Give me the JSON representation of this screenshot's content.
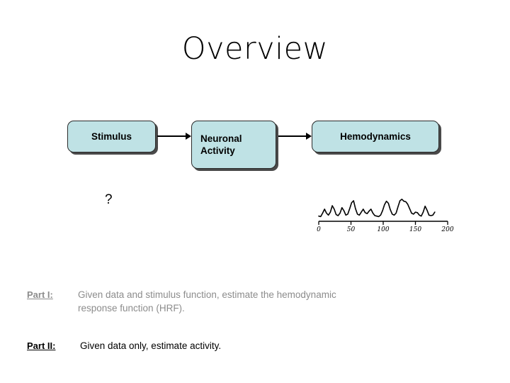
{
  "slide": {
    "title": "Overview"
  },
  "diagram": {
    "boxes": [
      {
        "id": "stimulus",
        "label": "Stimulus"
      },
      {
        "id": "neuronal",
        "label": "Neuronal Activity"
      },
      {
        "id": "hemodynamics",
        "label": "Hemodynamics"
      }
    ],
    "arrows": [
      {
        "from": "stimulus",
        "to": "neuronal"
      },
      {
        "from": "neuronal",
        "to": "hemodynamics"
      }
    ],
    "unknown_marker": "?",
    "box_fill_color": "#bfe2e5",
    "box_border_color": "#2b2b2b",
    "box_shadow_color": "#4a4a4a"
  },
  "chart_data": {
    "type": "line",
    "title": "",
    "xlabel": "",
    "ylabel": "",
    "xlim": [
      0,
      200
    ],
    "ylim": [
      0,
      1
    ],
    "grid": false,
    "legend": null,
    "tick_labels": [
      "0",
      "50",
      "100",
      "150",
      "200"
    ],
    "tick_values": [
      0,
      50,
      100,
      150,
      200
    ],
    "x": [
      0,
      3,
      6,
      9,
      12,
      15,
      18,
      21,
      24,
      27,
      30,
      33,
      36,
      39,
      42,
      45,
      48,
      51,
      54,
      57,
      60,
      63,
      66,
      69,
      72,
      75,
      78,
      81,
      84,
      87,
      90,
      93,
      96,
      99,
      102,
      105,
      108,
      111,
      114,
      117,
      120,
      123,
      126,
      129,
      132,
      135,
      138,
      141,
      144,
      147,
      150,
      153,
      156,
      159,
      162,
      165,
      168,
      171,
      174,
      177,
      180
    ],
    "values": [
      0.18,
      0.16,
      0.3,
      0.46,
      0.3,
      0.22,
      0.34,
      0.6,
      0.46,
      0.24,
      0.2,
      0.3,
      0.52,
      0.4,
      0.22,
      0.26,
      0.48,
      0.72,
      0.8,
      0.48,
      0.26,
      0.22,
      0.34,
      0.46,
      0.32,
      0.28,
      0.38,
      0.46,
      0.3,
      0.2,
      0.18,
      0.16,
      0.22,
      0.4,
      0.64,
      0.78,
      0.7,
      0.44,
      0.26,
      0.22,
      0.3,
      0.56,
      0.8,
      0.86,
      0.78,
      0.76,
      0.66,
      0.48,
      0.3,
      0.26,
      0.34,
      0.32,
      0.22,
      0.18,
      0.34,
      0.58,
      0.42,
      0.22,
      0.2,
      0.22,
      0.34
    ]
  },
  "parts": [
    {
      "id": "part-one",
      "label": "Part I:",
      "body": "Given data and stimulus function, estimate the hemodynamic response function (HRF).",
      "color": "#8c8c8c"
    },
    {
      "id": "part-two",
      "label": "Part II:",
      "body": "Given data only, estimate activity.",
      "color": "#000000"
    }
  ]
}
